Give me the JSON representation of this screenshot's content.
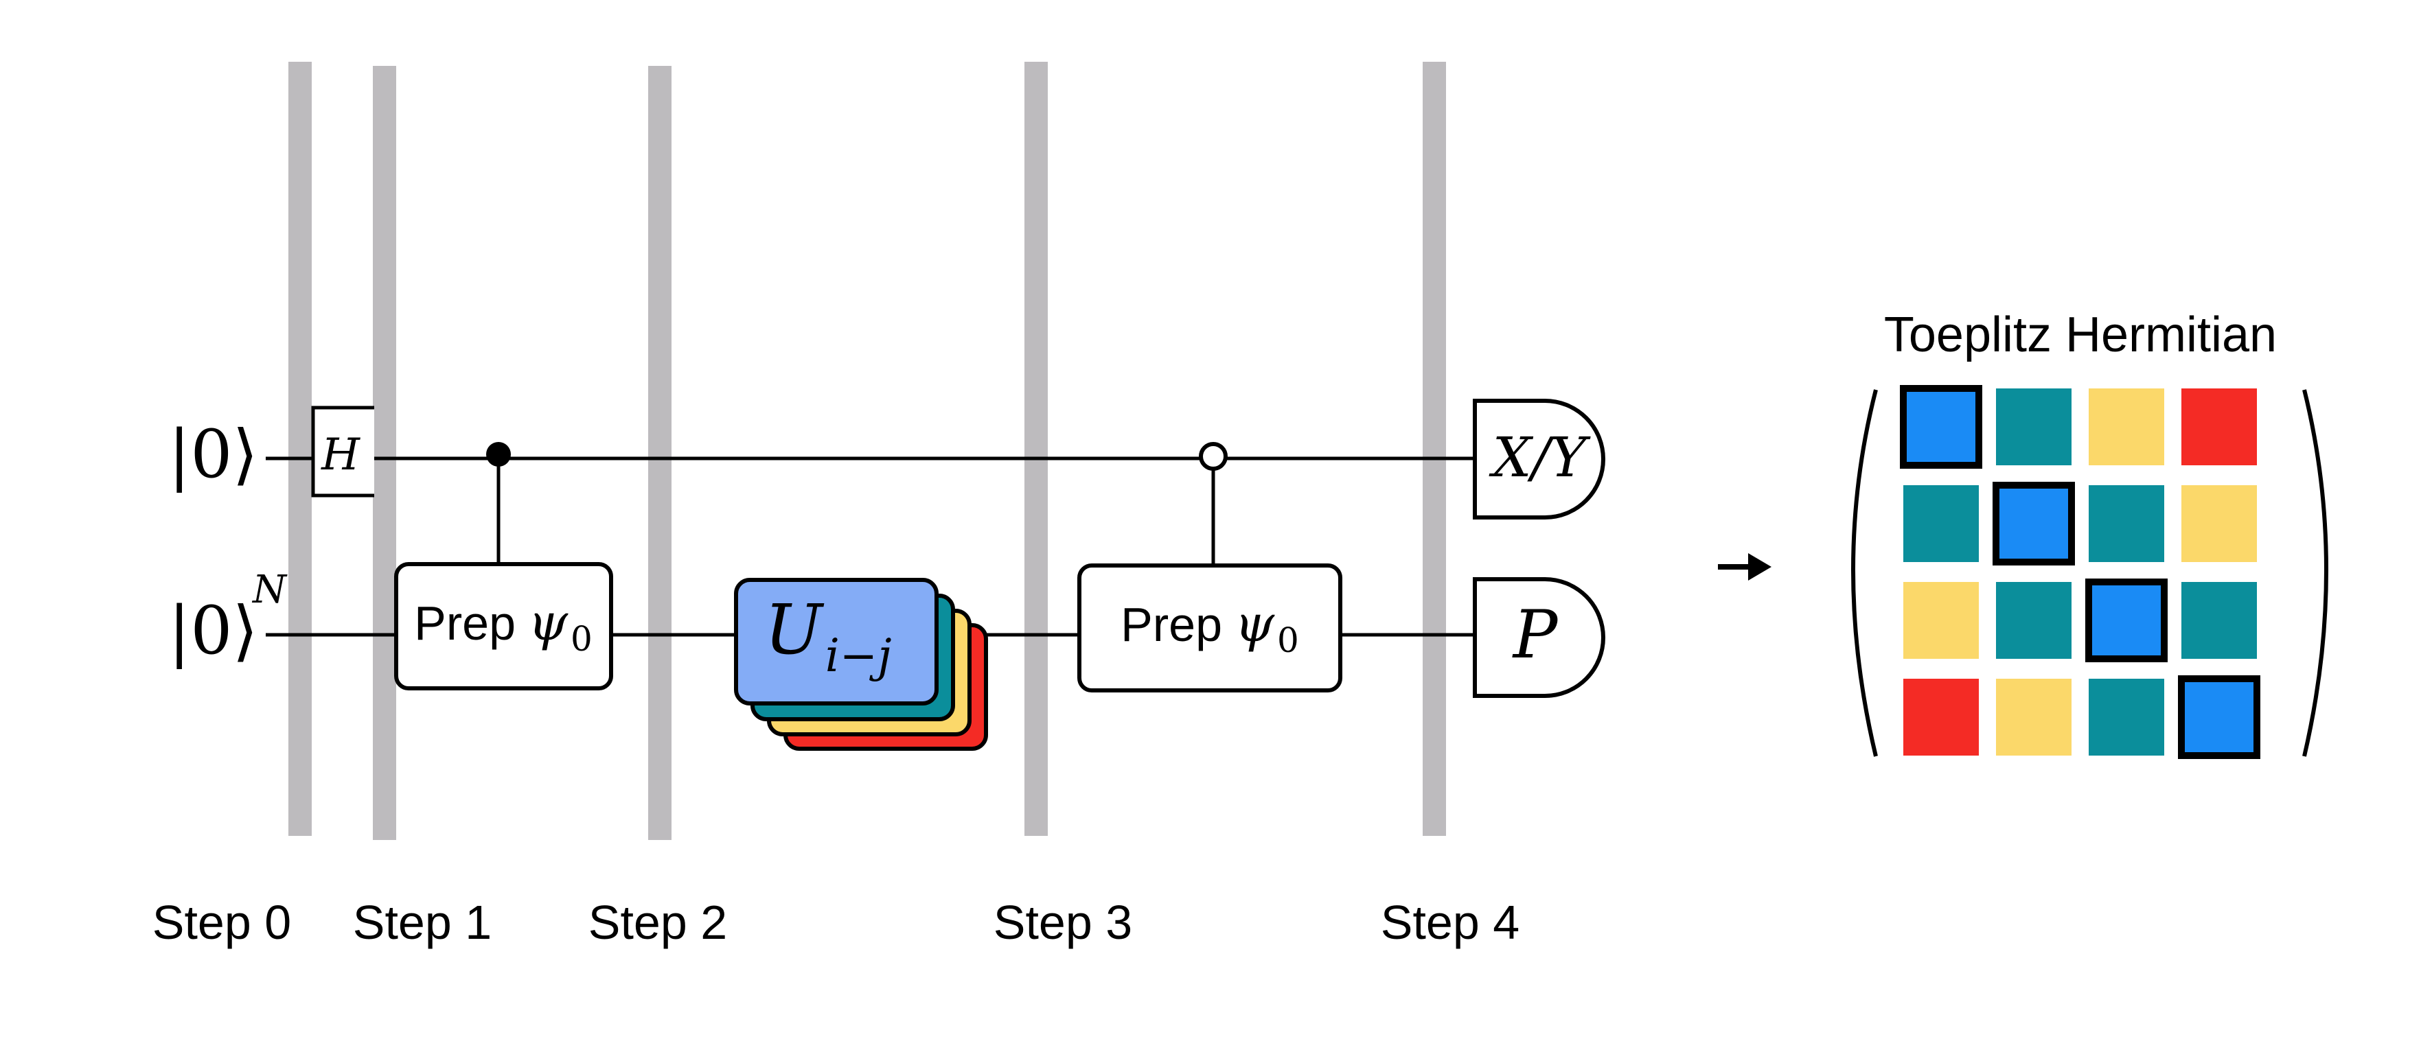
{
  "circuit": {
    "inputs": {
      "top": {
        "ket": "|0⟩"
      },
      "bottom": {
        "ket": "|0⟩",
        "superscript": "N"
      }
    },
    "gates": {
      "hadamard": "H",
      "prep1": {
        "text": "Prep",
        "symbol": "ψ",
        "subscript": "0"
      },
      "unitary": {
        "symbol": "U",
        "subscript": "i−j"
      },
      "prep2": {
        "text": "Prep",
        "symbol": "ψ",
        "subscript": "0"
      }
    },
    "measurements": {
      "top": "X/Y",
      "bottom": "P"
    },
    "steps": [
      "Step 0",
      "Step 1",
      "Step 2",
      "Step 3",
      "Step 4"
    ]
  },
  "matrix": {
    "title": "Toeplitz Hermitian",
    "colors": {
      "blue": "#1A8BF5",
      "teal": "#0B8E9B",
      "yellow": "#FBD86A",
      "red": "#F42B25"
    },
    "cells": [
      [
        "blue",
        "teal",
        "yellow",
        "red"
      ],
      [
        "teal",
        "blue",
        "teal",
        "yellow"
      ],
      [
        "yellow",
        "teal",
        "blue",
        "teal"
      ],
      [
        "red",
        "yellow",
        "teal",
        "blue"
      ]
    ]
  },
  "colors": {
    "barrier": "#BDBBBE",
    "unitary_front": "#84ACF6",
    "unitary_layers": [
      "#F42B25",
      "#FBD86A",
      "#0B8E9B"
    ]
  }
}
